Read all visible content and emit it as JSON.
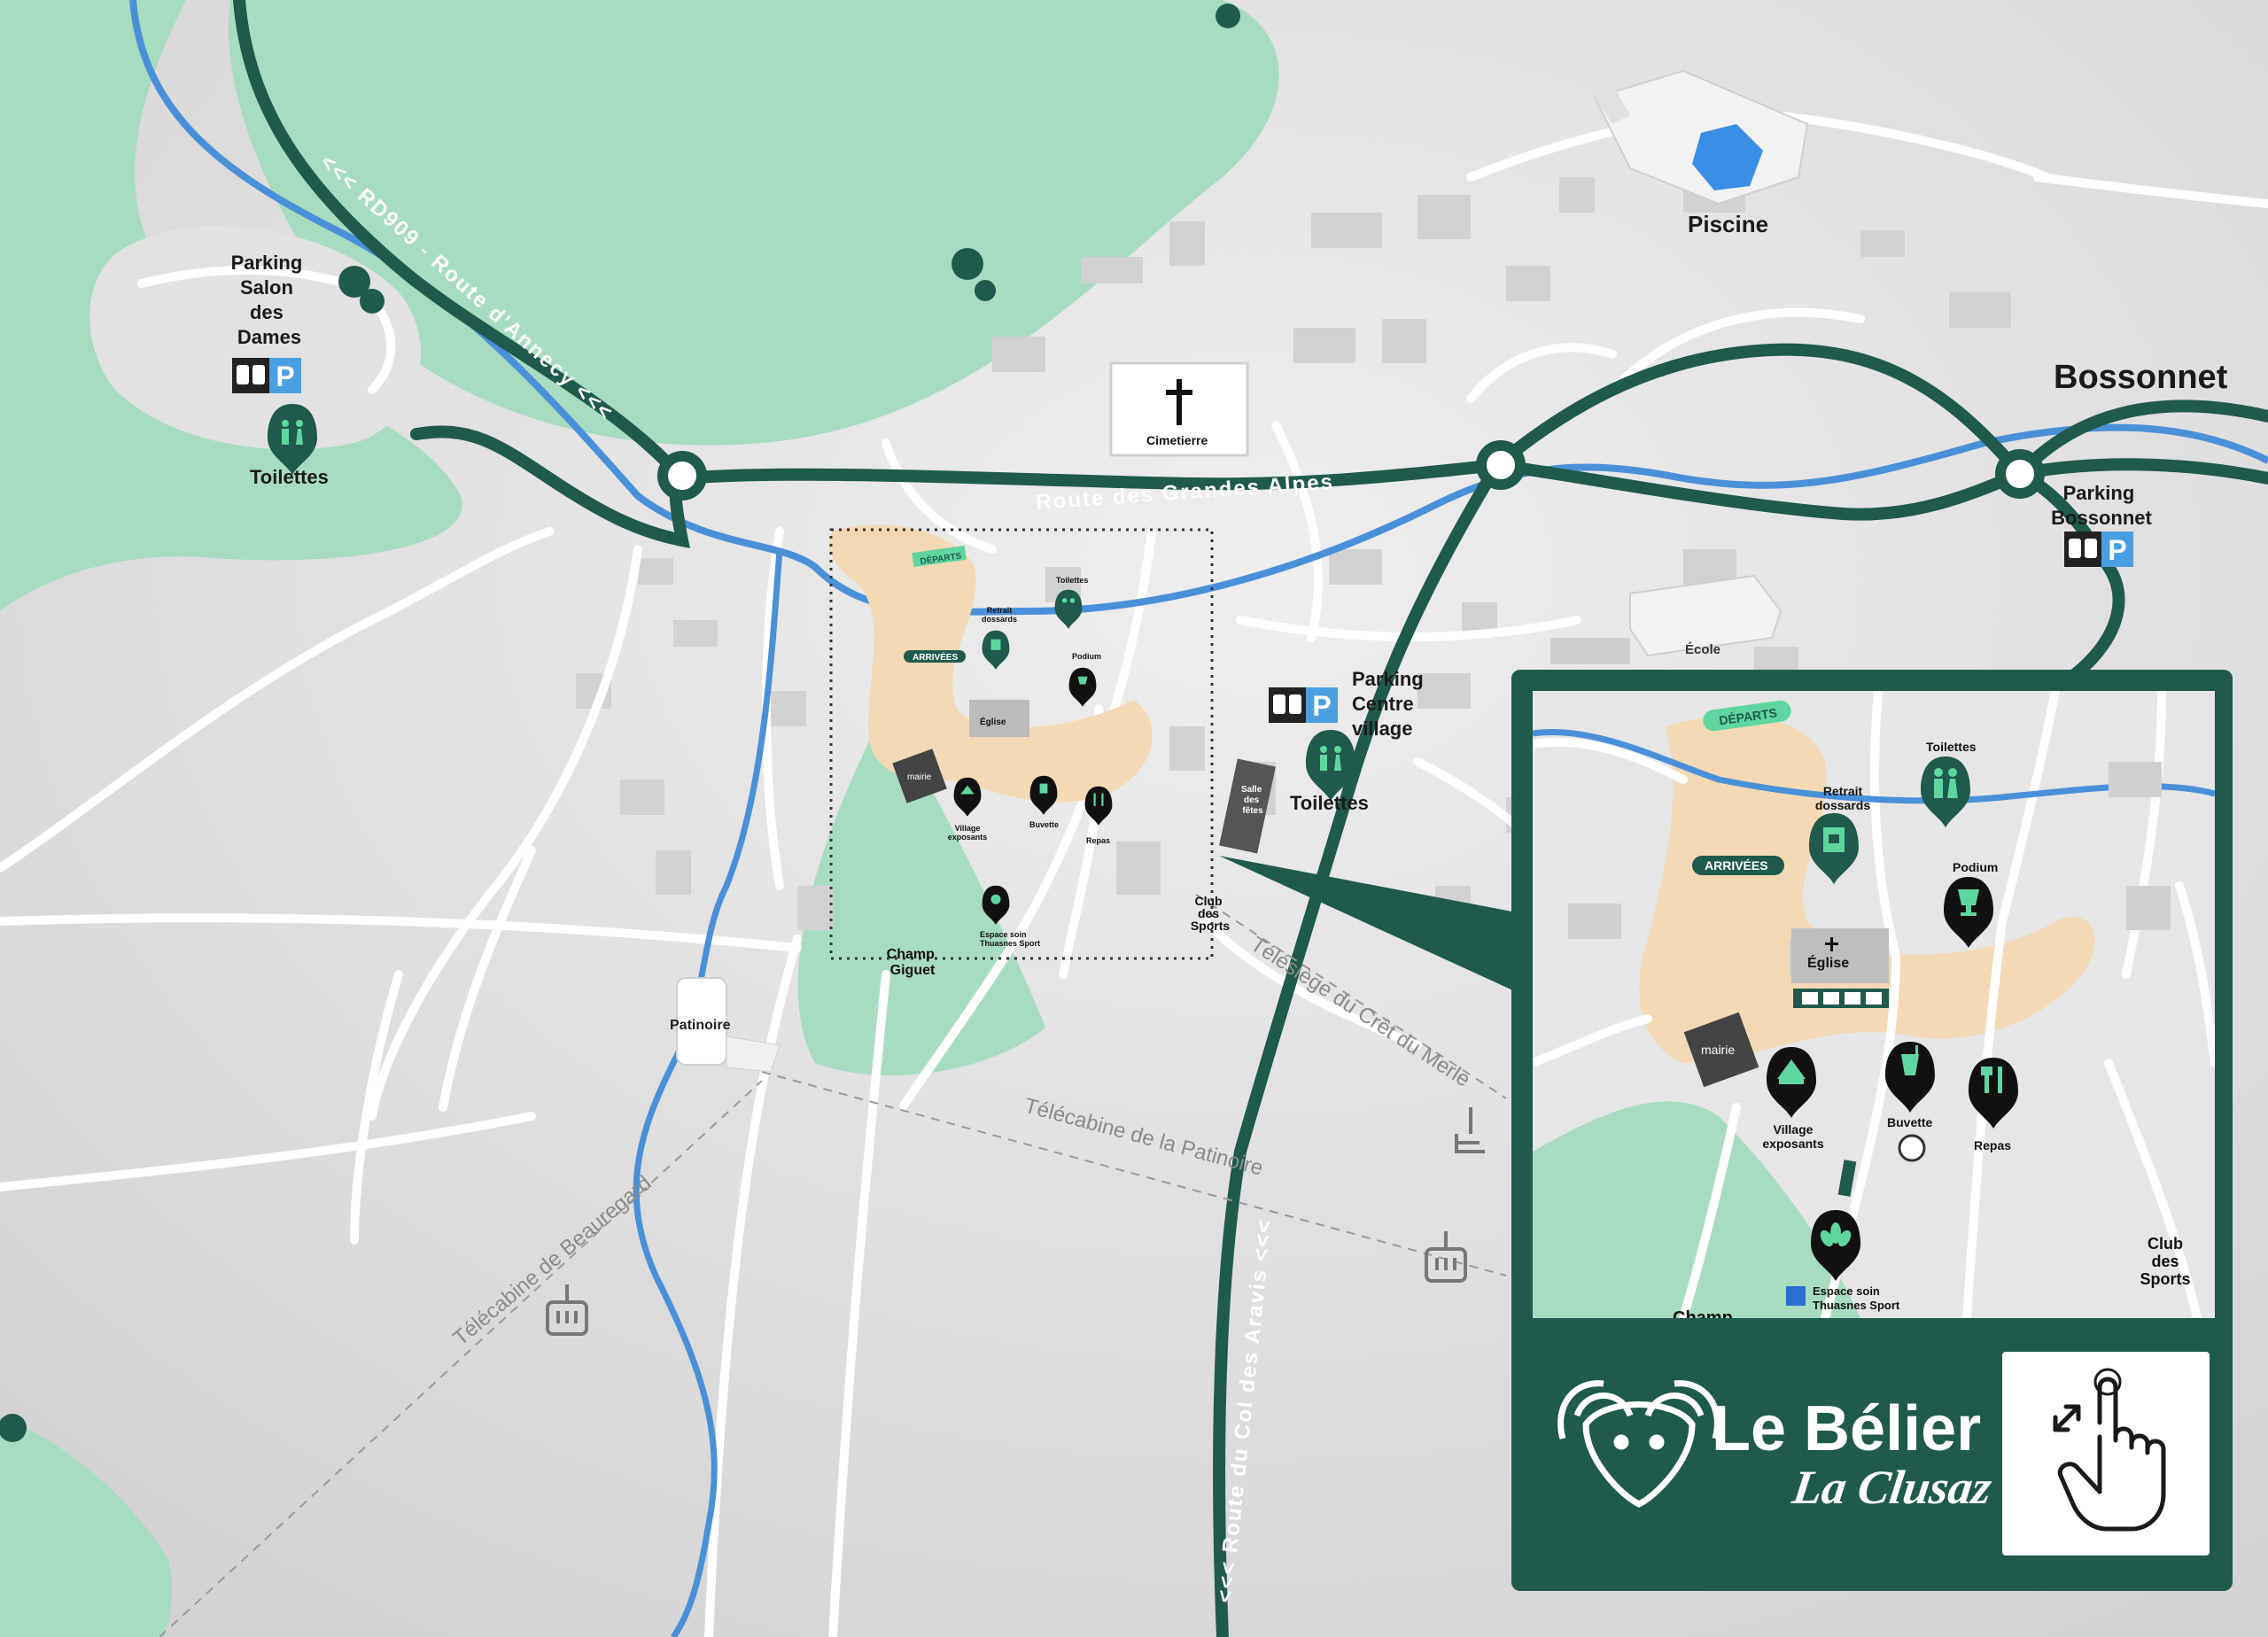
{
  "map": {
    "roads": {
      "rd909": "<<< RD909 - Route d'Annecy <<<",
      "grandes_alpes": "Route des Grandes Alpes",
      "col_aravis": "<<< Route du Col des Aravis <<<"
    },
    "places": {
      "bossonnet": "Bossonnet",
      "piscine": "Piscine",
      "cimetierre": "Cimetierre",
      "ecole": "École",
      "patinoire": "Patinoire",
      "champ_giguet": [
        "Champ",
        "Giguet"
      ],
      "club_sports": [
        "Club",
        "des",
        "Sports"
      ],
      "salle_fetes": [
        "Salle",
        "des",
        "fêtes"
      ],
      "mairie": "mairie",
      "eglise": "Église"
    },
    "parkings": {
      "salon_dames": [
        "Parking",
        "Salon",
        "des",
        "Dames"
      ],
      "centre_village": [
        "Parking",
        "Centre",
        "village"
      ],
      "bossonnet": [
        "Parking",
        "Bossonnet"
      ]
    },
    "toilets": {
      "west": "Toilettes",
      "centre": "Toilettes"
    },
    "lifts": {
      "beauregard": "Télécabine de Beauregard",
      "patinoire": "Télécabine de la Patinoire",
      "cret_du_merle": "Télésiège du Crêt du Merle"
    },
    "event_small": {
      "departs": "DÉPARTS",
      "arrivees": "ARRIVÉES",
      "retrait": [
        "Retrait",
        "dossards"
      ],
      "toilettes": "Toilettes",
      "podium": "Podium",
      "village": [
        "Village",
        "exposants"
      ],
      "buvette": "Buvette",
      "repas": "Repas",
      "espace": [
        "Espace soin",
        "Thuasnes Sport"
      ]
    }
  },
  "inset": {
    "departs": "DÉPARTS",
    "arrivees": "ARRIVÉES",
    "retrait": [
      "Retrait",
      "dossards"
    ],
    "toilettes": "Toilettes",
    "podium": "Podium",
    "eglise": "Église",
    "mairie": "mairie",
    "village": [
      "Village",
      "exposants"
    ],
    "buvette": "Buvette",
    "repas": "Repas",
    "espace": [
      "Espace soin",
      "Thuasnes Sport"
    ],
    "club": [
      "Club",
      "des",
      "Sports"
    ],
    "champ": "Champ"
  },
  "brand": {
    "title": "Le Bélier",
    "subtitle": "La Clusaz"
  },
  "colors": {
    "road_dark": "#1f5a4c",
    "river": "#4a90d9",
    "green_area": "#a8dcc0",
    "event_zone": "#f3d9b5",
    "accent_green": "#5fd6a0",
    "parking_blue": "#4a9fe0",
    "background": "#e4e4e4"
  },
  "icons": {
    "parking": "car-parking-icon",
    "toilets": "toilets-icon",
    "podium": "trophy-icon",
    "retrait": "bib-icon",
    "village": "tent-icon",
    "buvette": "drink-icon",
    "repas": "cutlery-icon",
    "espace": "lotus-icon",
    "cimetierre": "cross-icon",
    "gondola": "gondola-icon",
    "chairlift": "chairlift-icon",
    "zoom": "pinch-zoom-hand-icon",
    "logo": "ram-head-icon"
  }
}
